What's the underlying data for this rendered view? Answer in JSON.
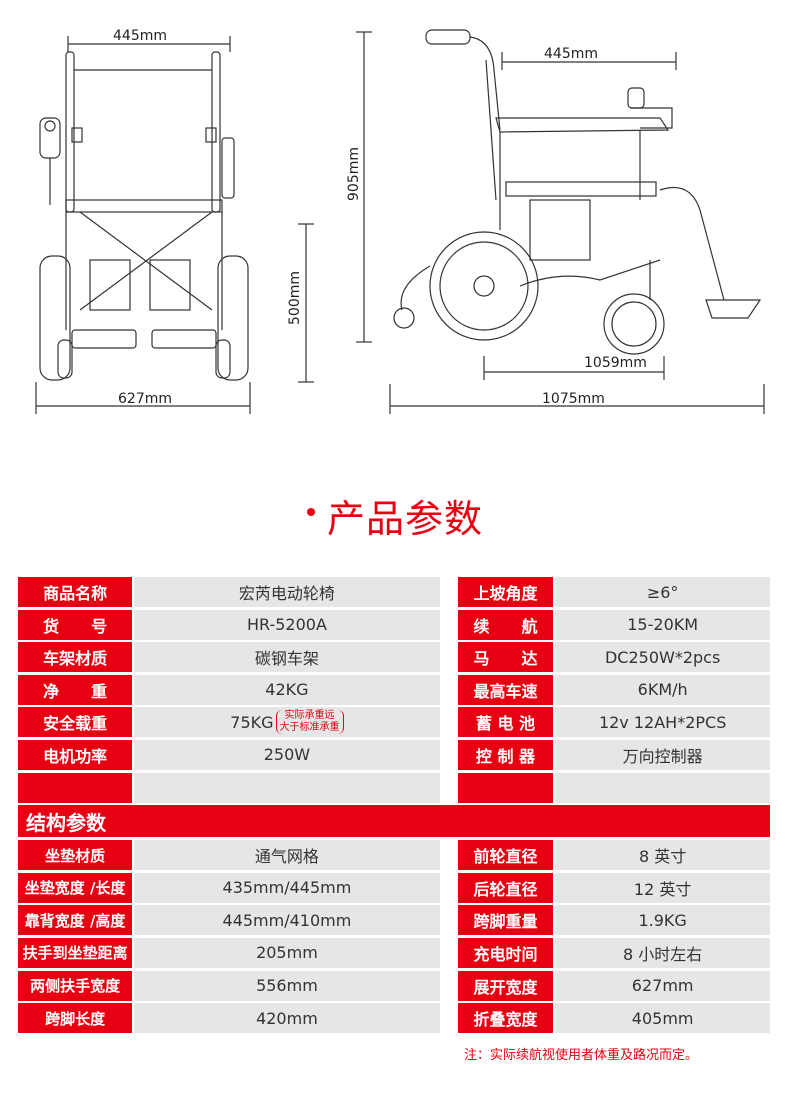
{
  "dimensions": {
    "front_top_width": "445mm",
    "front_seat_height": "500mm",
    "front_total_width": "627mm",
    "side_seat_depth": "445mm",
    "side_height": "905mm",
    "side_wheelbase": "1059mm",
    "side_total_length": "1075mm"
  },
  "title": "产品参数",
  "basic_rows": [
    {
      "l1": "商品名称",
      "v1": "宏芮电动轮椅",
      "l2": "上坡角度",
      "v2": "≥6°"
    },
    {
      "l1": "货　　号",
      "v1": "HR-5200A",
      "l2": "续　　航",
      "v2": "15-20KM"
    },
    {
      "l1": "车架材质",
      "v1": "碳钢车架",
      "l2": "马　　达",
      "v2": "DC250W*2pcs"
    },
    {
      "l1": "净　　重",
      "v1": "42KG",
      "l2": "最高车速",
      "v2": "6KM/h"
    },
    {
      "l1": "安全载重",
      "v1": "75KG",
      "l2": "蓄 电 池",
      "v2": "12v 12AH*2PCS"
    },
    {
      "l1": "电机功率",
      "v1": "250W",
      "l2": "控 制 器",
      "v2": "万向控制器"
    },
    {
      "l1": "",
      "v1": "",
      "l2": "",
      "v2": ""
    }
  ],
  "load_note": [
    "实际承重远",
    "大于标准承重"
  ],
  "section_title": "结构参数",
  "struct_rows": [
    {
      "l1": "坐垫材质",
      "v1": "通气网格",
      "l2": "前轮直径",
      "v2": "8 英寸"
    },
    {
      "l1": "坐垫宽度 /长度",
      "v1": "435mm/445mm",
      "l2": "后轮直径",
      "v2": "12 英寸"
    },
    {
      "l1": "靠背宽度 /高度",
      "v1": "445mm/410mm",
      "l2": "跨脚重量",
      "v2": "1.9KG"
    },
    {
      "l1": "扶手到坐垫距离",
      "v1": "205mm",
      "l2": "充电时间",
      "v2": "8 小时左右"
    },
    {
      "l1": "两侧扶手宽度",
      "v1": "556mm",
      "l2": "展开宽度",
      "v2": "627mm"
    },
    {
      "l1": "跨脚长度",
      "v1": "420mm",
      "l2": "折叠宽度",
      "v2": "405mm"
    }
  ],
  "footnote": "注：实际续航视使用者体重及路况而定。",
  "colors": {
    "accent": "#e60012",
    "cell": "#e6e6e6"
  }
}
